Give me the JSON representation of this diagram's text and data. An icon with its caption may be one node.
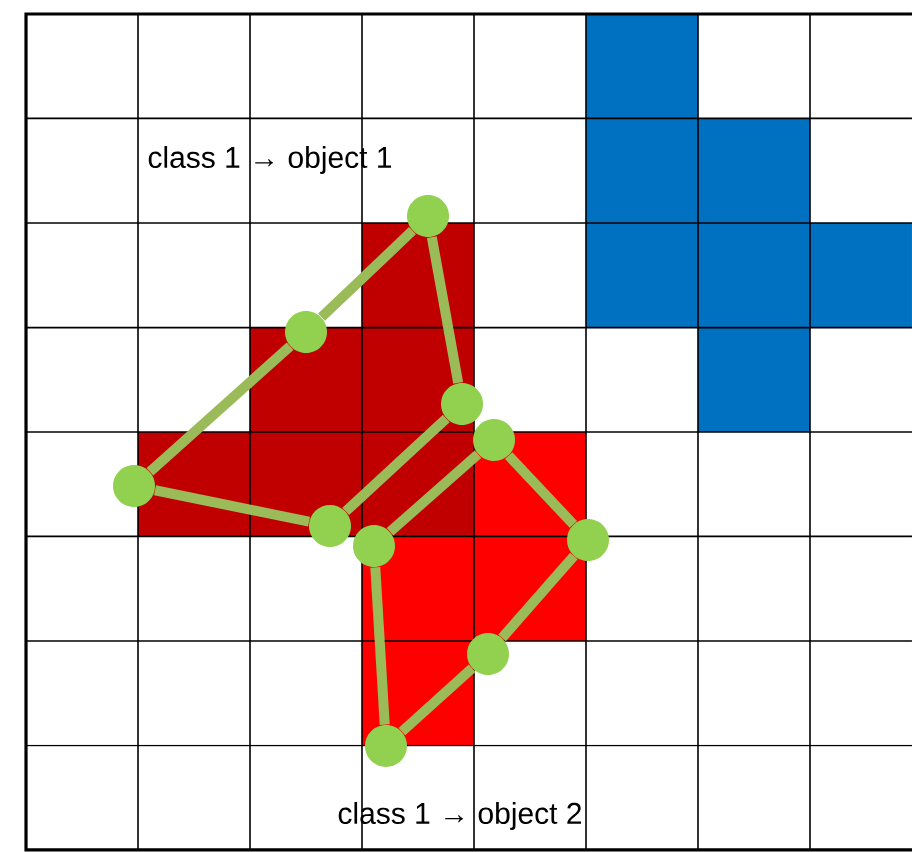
{
  "diagram": {
    "nodes": [
      {
        "text": [],
        "shape": "circle"
      },
      {
        "text": [],
        "shape": "circle"
      },
      {
        "text": [],
        "shape": "circle"
      },
      {
        "text": [],
        "shape": "circle"
      },
      {
        "text": [],
        "shape": "circle"
      },
      {
        "text": [],
        "shape": "circle"
      },
      {
        "text": [],
        "shape": "circle"
      },
      {
        "text": [],
        "shape": "circle"
      },
      {
        "text": [],
        "shape": "circle"
      },
      {
        "text": [],
        "shape": "circle"
      }
    ],
    "edges": [
      {
        "from": 0,
        "to": 1,
        "arrow": "none"
      },
      {
        "from": 1,
        "to": 2,
        "arrow": "none"
      },
      {
        "from": 2,
        "to": 3,
        "arrow": "none"
      },
      {
        "from": 3,
        "to": 4,
        "arrow": "none"
      },
      {
        "from": 4,
        "to": 0,
        "arrow": "none"
      },
      {
        "from": 5,
        "to": 6,
        "arrow": "none"
      },
      {
        "from": 6,
        "to": 7,
        "arrow": "none"
      },
      {
        "from": 7,
        "to": 8,
        "arrow": "none"
      },
      {
        "from": 8,
        "to": 9,
        "arrow": "none"
      },
      {
        "from": 9,
        "to": 5,
        "arrow": "none"
      }
    ],
    "labels": [
      "class 1 → object 1",
      "class 1 → object 2"
    ]
  }
}
